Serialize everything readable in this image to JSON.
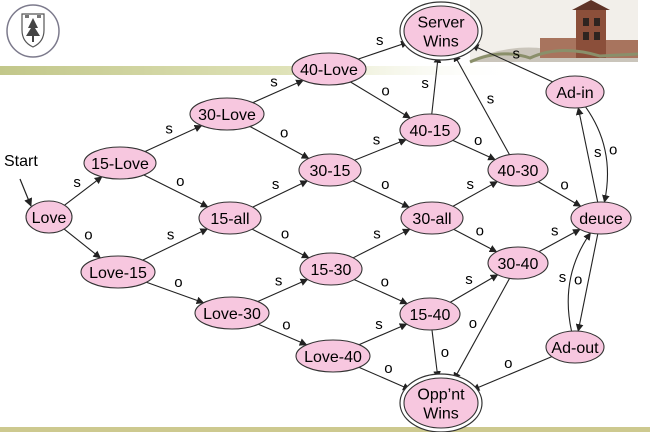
{
  "diagram": {
    "start_label": "Start",
    "nodes": [
      {
        "id": "love",
        "label": "Love"
      },
      {
        "id": "15-love",
        "label": "15-Love"
      },
      {
        "id": "love-15",
        "label": "Love-15"
      },
      {
        "id": "30-love",
        "label": "30-Love"
      },
      {
        "id": "15-all",
        "label": "15-all"
      },
      {
        "id": "love-30",
        "label": "Love-30"
      },
      {
        "id": "40-love",
        "label": "40-Love"
      },
      {
        "id": "30-15",
        "label": "30-15"
      },
      {
        "id": "15-30",
        "label": "15-30"
      },
      {
        "id": "love-40",
        "label": "Love-40"
      },
      {
        "id": "40-15",
        "label": "40-15"
      },
      {
        "id": "30-all",
        "label": "30-all"
      },
      {
        "id": "15-40",
        "label": "15-40"
      },
      {
        "id": "40-30",
        "label": "40-30"
      },
      {
        "id": "30-40",
        "label": "30-40"
      },
      {
        "id": "deuce",
        "label": "deuce"
      },
      {
        "id": "ad-in",
        "label": "Ad-in"
      },
      {
        "id": "ad-out",
        "label": "Ad-out"
      },
      {
        "id": "server-wins",
        "label": "Server\nWins"
      },
      {
        "id": "opp-wins",
        "label": "Opp’nt\nWins"
      }
    ],
    "edges": [
      {
        "from": "love",
        "to": "15-love",
        "label": "s"
      },
      {
        "from": "love",
        "to": "love-15",
        "label": "o"
      },
      {
        "from": "15-love",
        "to": "30-love",
        "label": "s"
      },
      {
        "from": "15-love",
        "to": "15-all",
        "label": "o"
      },
      {
        "from": "love-15",
        "to": "15-all",
        "label": "s"
      },
      {
        "from": "love-15",
        "to": "love-30",
        "label": "o"
      },
      {
        "from": "30-love",
        "to": "40-love",
        "label": "s"
      },
      {
        "from": "30-love",
        "to": "30-15",
        "label": "o"
      },
      {
        "from": "15-all",
        "to": "30-15",
        "label": "s"
      },
      {
        "from": "15-all",
        "to": "15-30",
        "label": "o"
      },
      {
        "from": "love-30",
        "to": "15-30",
        "label": "s"
      },
      {
        "from": "love-30",
        "to": "love-40",
        "label": "o"
      },
      {
        "from": "40-love",
        "to": "server-wins",
        "label": "s"
      },
      {
        "from": "40-love",
        "to": "40-15",
        "label": "o"
      },
      {
        "from": "30-15",
        "to": "40-15",
        "label": "s"
      },
      {
        "from": "30-15",
        "to": "30-all",
        "label": "o"
      },
      {
        "from": "15-30",
        "to": "30-all",
        "label": "s"
      },
      {
        "from": "15-30",
        "to": "15-40",
        "label": "o"
      },
      {
        "from": "love-40",
        "to": "15-40",
        "label": "s"
      },
      {
        "from": "love-40",
        "to": "opp-wins",
        "label": "o"
      },
      {
        "from": "40-15",
        "to": "server-wins",
        "label": "s"
      },
      {
        "from": "40-15",
        "to": "40-30",
        "label": "o"
      },
      {
        "from": "30-all",
        "to": "40-30",
        "label": "s"
      },
      {
        "from": "30-all",
        "to": "30-40",
        "label": "o"
      },
      {
        "from": "15-40",
        "to": "30-40",
        "label": "s"
      },
      {
        "from": "15-40",
        "to": "opp-wins",
        "label": "o"
      },
      {
        "from": "40-30",
        "to": "server-wins",
        "label": "s"
      },
      {
        "from": "40-30",
        "to": "deuce",
        "label": "o"
      },
      {
        "from": "30-40",
        "to": "deuce",
        "label": "s"
      },
      {
        "from": "30-40",
        "to": "opp-wins",
        "label": "o"
      },
      {
        "from": "deuce",
        "to": "ad-in",
        "label": "s"
      },
      {
        "from": "deuce",
        "to": "ad-out",
        "label": "o"
      },
      {
        "from": "ad-in",
        "to": "server-wins",
        "label": "s"
      },
      {
        "from": "ad-in",
        "to": "deuce",
        "label": "o"
      },
      {
        "from": "ad-out",
        "to": "deuce",
        "label": "s"
      },
      {
        "from": "ad-out",
        "to": "opp-wins",
        "label": "o"
      }
    ]
  },
  "colors": {
    "node_fill": "#f7c7df",
    "node_stroke": "#333333",
    "edge": "#222222",
    "header_band": "#c7cc8a",
    "bottom_rule": "#c9c488"
  }
}
